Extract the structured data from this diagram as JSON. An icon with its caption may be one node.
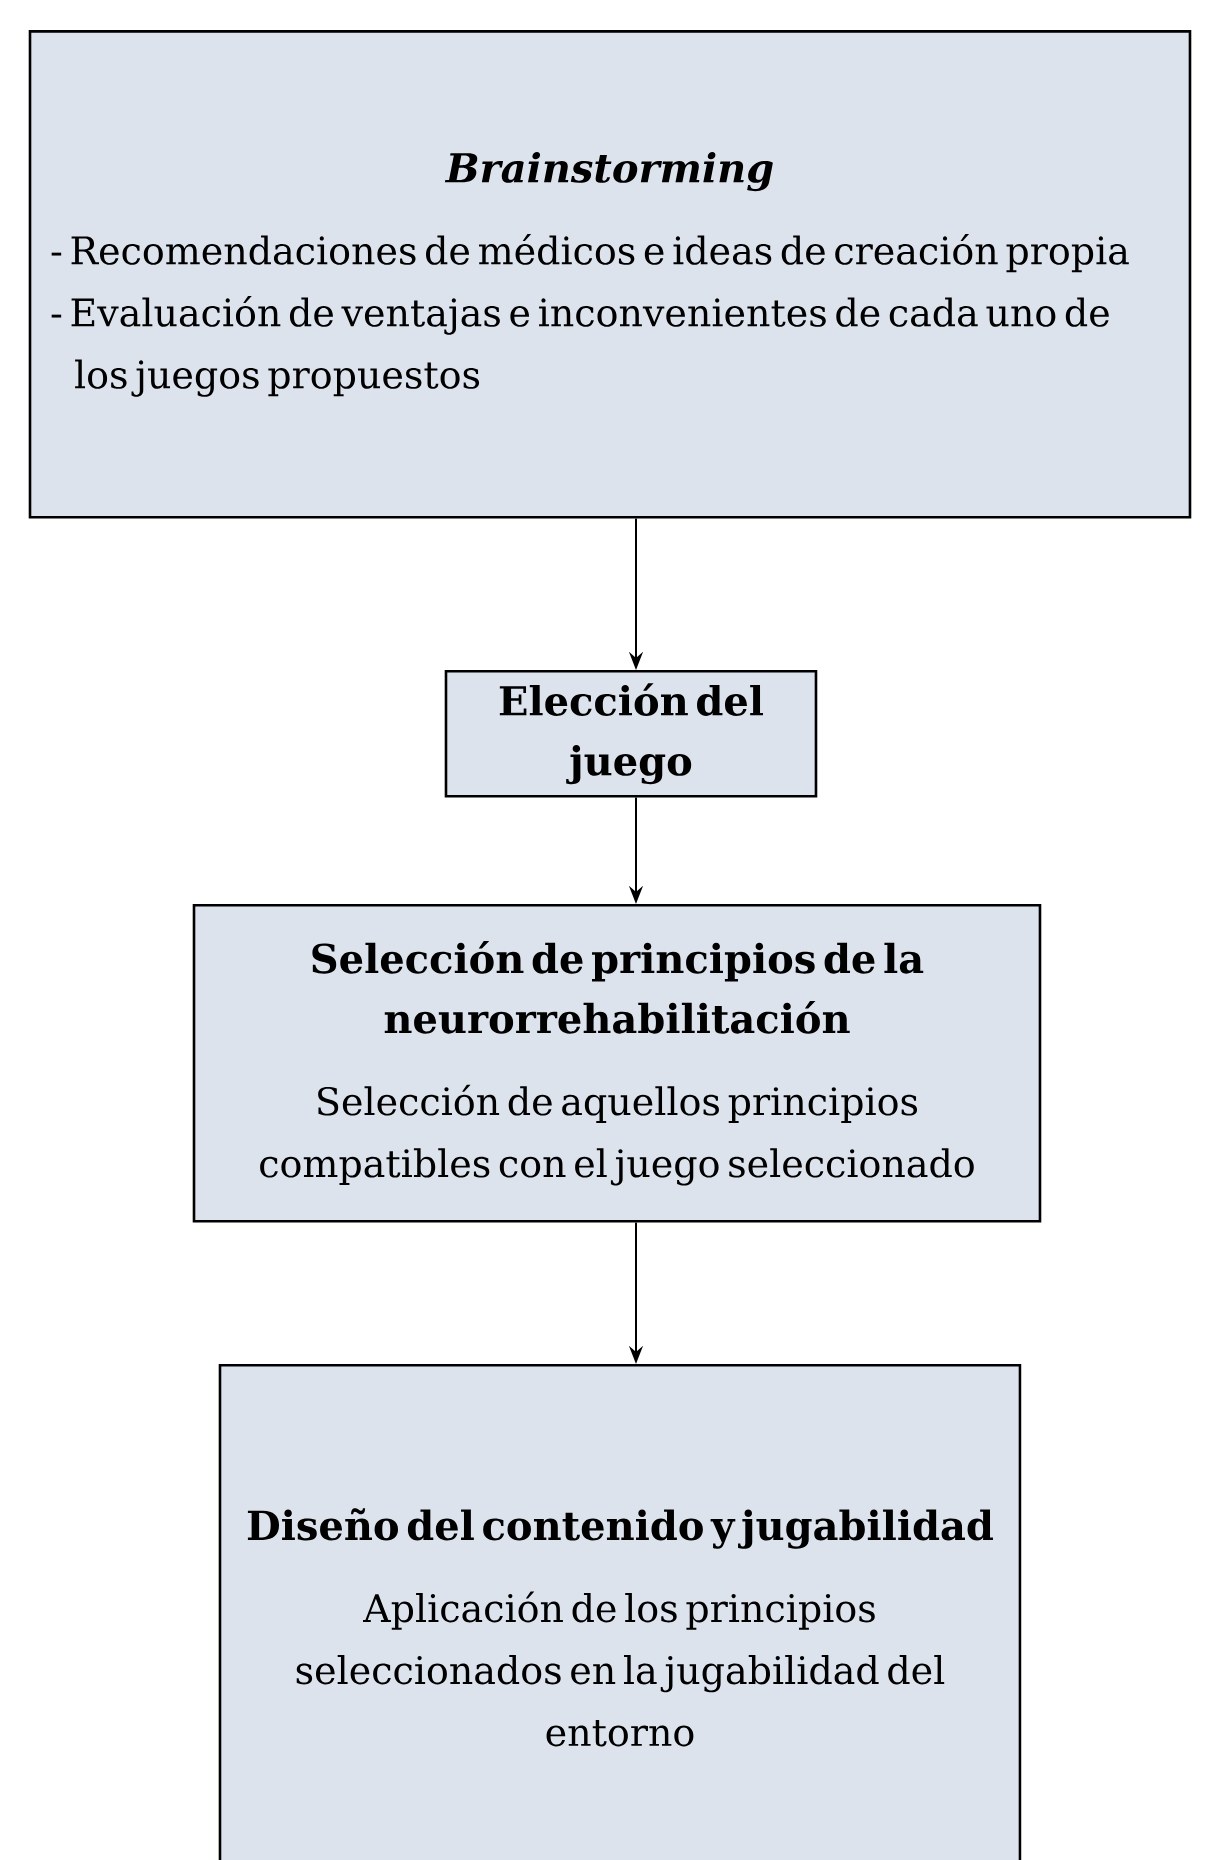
{
  "diagram": {
    "nodes": [
      {
        "text": [
          "Brainstorming",
          "- Recomendaciones de médicos e ideas de creación propia",
          "- Evaluación de ventajas e inconvenientes de cada uno de los juegos propuestos"
        ]
      },
      {
        "text": [
          "Elección del juego"
        ]
      },
      {
        "text": [
          "Selección de principios de la neurorrehabilitación",
          "Selección de aquellos principios compatibles con el juego seleccionado"
        ]
      },
      {
        "text": [
          "Diseño del contenido y jugabilidad",
          "Aplicación de los principios seleccionados en la jugabilidad del entorno"
        ]
      }
    ],
    "edges": [
      {
        "from": 0,
        "to": 1,
        "arrow": "to"
      },
      {
        "from": 1,
        "to": 2,
        "arrow": "to"
      },
      {
        "from": 2,
        "to": 3,
        "arrow": "to"
      }
    ]
  }
}
